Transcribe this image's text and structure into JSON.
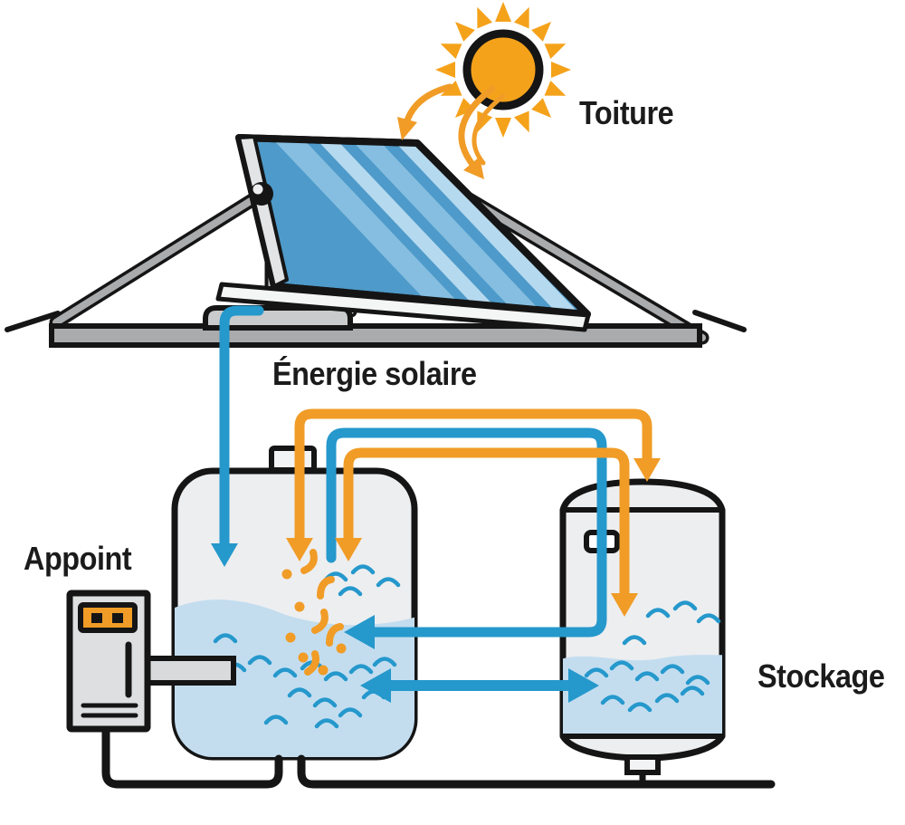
{
  "labels": {
    "toiture": "Toiture",
    "energie_solaire": "Énergie solaire",
    "appoint": "Appoint",
    "stockage": "Stockage"
  },
  "colors": {
    "orange": "#F09C27",
    "blue": "#2598CC",
    "sun": "#F5A21B",
    "water": "#C3DDEF",
    "tank": "#EDEEF0",
    "metal": "#A9ABAD",
    "metal-light": "#C9CBCD",
    "outline": "#151515",
    "panel": "#4E9ACA",
    "panel-stripe-light": "#85BEE0",
    "panel-stripe-pale": "#B5D9EE"
  },
  "icons": [
    "sun-icon",
    "solar-irradiance-arrow-icons",
    "solar-panel-icon",
    "roof-truss-icon",
    "main-tank-icon",
    "storage-tank-icon",
    "auxiliary-heater-icon",
    "water-wave-icons",
    "heat-particle-icons",
    "pipe-arrow-icons"
  ],
  "flows": [
    {
      "pipe": "solar-supply-pipe",
      "color": "blue",
      "arrow": "down into main tank"
    },
    {
      "pipe": "top-transfer-pipe",
      "color": "orange",
      "arrow": "down into main tank / down onto storage tank"
    },
    {
      "pipe": "exchange-return-pipe",
      "color": "blue",
      "arrow": "through storage tank, left into main tank"
    },
    {
      "pipe": "inner-transfer-pipe",
      "color": "orange",
      "arrow": "down into main tank / down into storage tank"
    },
    {
      "pipe": "bottom-exchange-arrow",
      "color": "blue",
      "arrow": "double-headed between tanks"
    }
  ]
}
